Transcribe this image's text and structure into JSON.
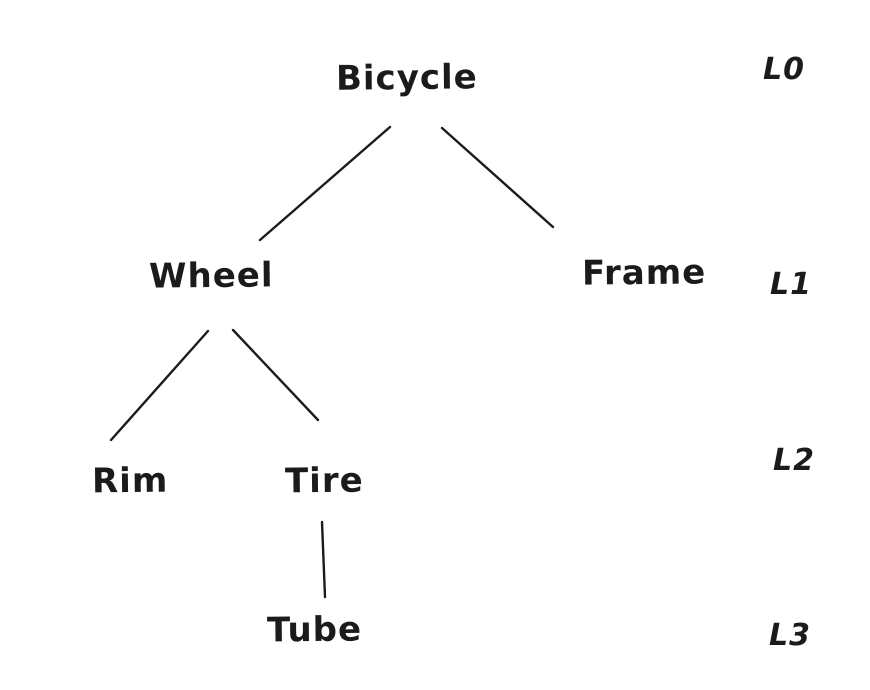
{
  "colors": {
    "ink": "#1b1b1b",
    "background": "#ffffff"
  },
  "tree": {
    "nodes": [
      {
        "id": "bicycle",
        "label": "Bicycle",
        "level": "L0",
        "parent": null
      },
      {
        "id": "wheel",
        "label": "Wheel",
        "level": "L1",
        "parent": "bicycle"
      },
      {
        "id": "frame",
        "label": "Frame",
        "level": "L1",
        "parent": "bicycle"
      },
      {
        "id": "rim",
        "label": "Rim",
        "level": "L2",
        "parent": "wheel"
      },
      {
        "id": "tire",
        "label": "Tire",
        "level": "L2",
        "parent": "wheel"
      },
      {
        "id": "tube",
        "label": "Tube",
        "level": "L3",
        "parent": "tire"
      }
    ],
    "edges": [
      {
        "from": "bicycle",
        "to": "wheel"
      },
      {
        "from": "bicycle",
        "to": "frame"
      },
      {
        "from": "wheel",
        "to": "rim"
      },
      {
        "from": "wheel",
        "to": "tire"
      },
      {
        "from": "tire",
        "to": "tube"
      }
    ],
    "level_labels": [
      {
        "label": "L0"
      },
      {
        "label": "L1"
      },
      {
        "label": "L2"
      },
      {
        "label": "L3"
      }
    ]
  }
}
